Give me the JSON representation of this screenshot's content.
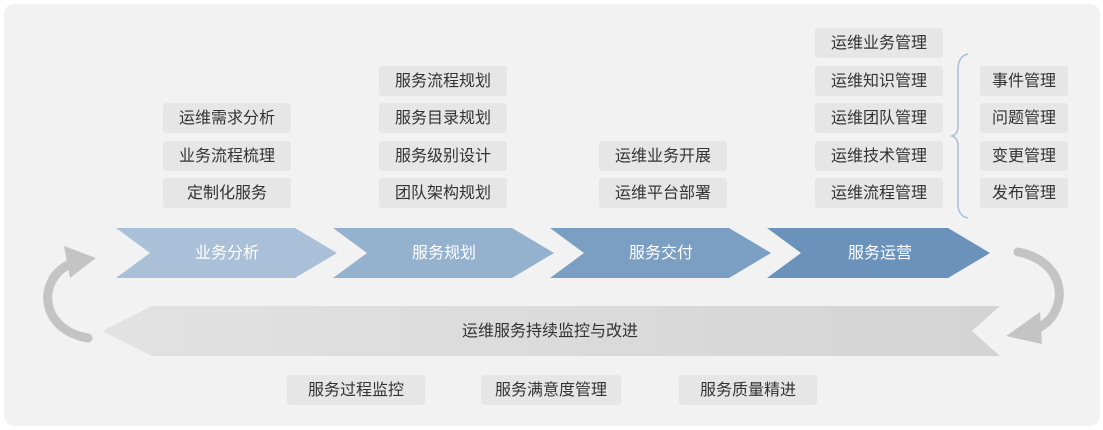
{
  "stages": [
    {
      "label": "业务分析",
      "items": [
        "运维需求分析",
        "业务流程梳理",
        "定制化服务"
      ]
    },
    {
      "label": "服务规划",
      "items": [
        "服务流程规划",
        "服务目录规划",
        "服务级别设计",
        "团队架构规划"
      ]
    },
    {
      "label": "服务交付",
      "items": [
        "运维业务开展",
        "运维平台部署"
      ]
    },
    {
      "label": "服务运营",
      "items": [
        "运维业务管理",
        "运维知识管理",
        "运维团队管理",
        "运维技术管理",
        "运维流程管理"
      ]
    }
  ],
  "operation_sub_items": [
    "事件管理",
    "问题管理",
    "变更管理",
    "发布管理"
  ],
  "continuous_improvement": {
    "label": "运维服务持续监控与改进",
    "items": [
      "服务过程监控",
      "服务满意度管理",
      "服务质量精进"
    ]
  },
  "colors": {
    "stage_1": "#a9c0d8",
    "stage_2": "#94b1ce",
    "stage_3": "#7b9ec3",
    "stage_4": "#6a92ba",
    "bottom_arrow": "#dcdcdc",
    "tag_bg": "#e6e6e6",
    "cycle_arrow": "#c4c4c4"
  }
}
